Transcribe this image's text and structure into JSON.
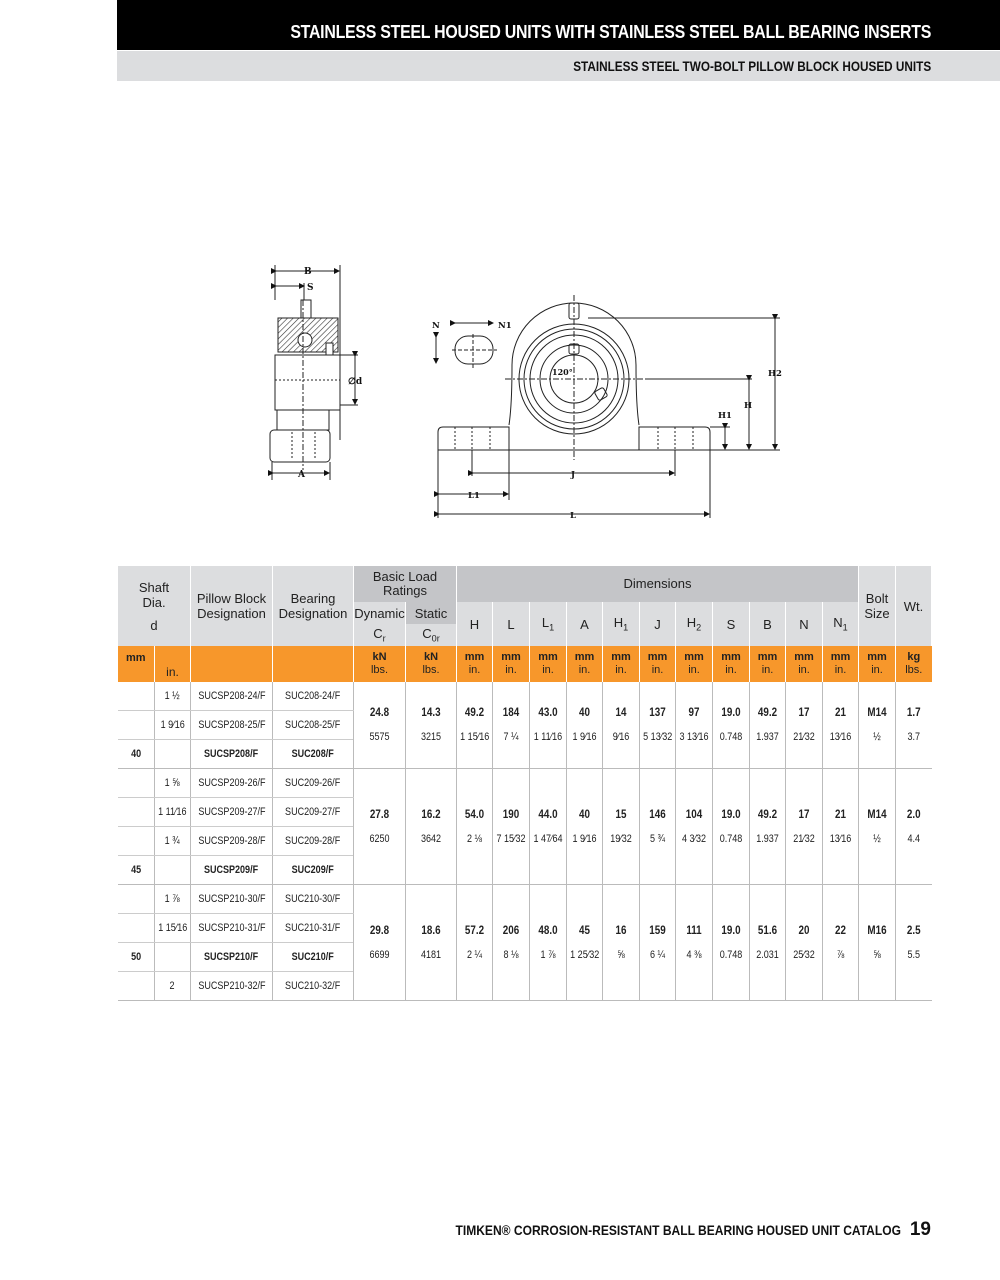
{
  "header": {
    "title": "STAINLESS STEEL HOUSED UNITS WITH STAINLESS STEEL BALL BEARING INSERTS",
    "subtitle": "STAINLESS STEEL TWO-BOLT PILLOW BLOCK HOUSED UNITS"
  },
  "drawing": {
    "side_labels": {
      "B": "B",
      "S": "S",
      "d": "∅d",
      "A": "A"
    },
    "front_labels": {
      "N": "N",
      "N1": "N1",
      "angle": "120°",
      "H2": "H2",
      "H": "H",
      "H1": "H1",
      "J": "J",
      "L1": "L1",
      "L": "L"
    }
  },
  "table": {
    "headers": {
      "shaft_dia": "Shaft Dia.",
      "shaft_d": "d",
      "pillow_block": "Pillow Block Designation",
      "bearing": "Bearing Designation",
      "load_ratings": "Basic Load Ratings",
      "dynamic": "Dynamic",
      "static": "Static",
      "cr": "Cr",
      "cor": "C0r",
      "dimensions": "Dimensions",
      "dims": [
        "H",
        "L",
        "L1",
        "A",
        "H1",
        "J",
        "H2",
        "S",
        "B",
        "N",
        "N1"
      ],
      "bolt_size": "Bolt Size",
      "wt": "Wt."
    },
    "units": {
      "shaft_mm": "mm",
      "shaft_in": "in.",
      "load_top": "kN",
      "load_bot": "lbs.",
      "dim_top": "mm",
      "dim_bot": "in.",
      "bolt_top": "mm",
      "bolt_bot": "in.",
      "wt_top": "kg",
      "wt_bot": "lbs."
    },
    "groups": [
      {
        "rows": [
          {
            "mm": "",
            "in": "1 ½",
            "pillow": "SUCSP208-24/F",
            "bearing": "SUC208-24/F",
            "bold": false
          },
          {
            "mm": "",
            "in": "1 9⁄16",
            "pillow": "SUCSP208-25/F",
            "bearing": "SUC208-25/F",
            "bold": false
          },
          {
            "mm": "40",
            "in": "",
            "pillow": "SUCSP208/F",
            "bearing": "SUC208/F",
            "bold": true
          }
        ],
        "values": {
          "cr": [
            "24.8",
            "5575"
          ],
          "cor": [
            "14.3",
            "3215"
          ],
          "H": [
            "49.2",
            "1 15⁄16"
          ],
          "L": [
            "184",
            "7 ¼"
          ],
          "L1": [
            "43.0",
            "1 11⁄16"
          ],
          "A": [
            "40",
            "1 9⁄16"
          ],
          "H1": [
            "14",
            "9⁄16"
          ],
          "J": [
            "137",
            "5 13⁄32"
          ],
          "H2": [
            "97",
            "3 13⁄16"
          ],
          "S": [
            "19.0",
            "0.748"
          ],
          "B": [
            "49.2",
            "1.937"
          ],
          "N": [
            "17",
            "21⁄32"
          ],
          "N1": [
            "21",
            "13⁄16"
          ],
          "bolt": [
            "M14",
            "½"
          ],
          "wt": [
            "1.7",
            "3.7"
          ]
        }
      },
      {
        "rows": [
          {
            "mm": "",
            "in": "1 ⅝",
            "pillow": "SUCSP209-26/F",
            "bearing": "SUC209-26/F",
            "bold": false
          },
          {
            "mm": "",
            "in": "1 11⁄16",
            "pillow": "SUCSP209-27/F",
            "bearing": "SUC209-27/F",
            "bold": false
          },
          {
            "mm": "",
            "in": "1 ¾",
            "pillow": "SUCSP209-28/F",
            "bearing": "SUC209-28/F",
            "bold": false
          },
          {
            "mm": "45",
            "in": "",
            "pillow": "SUCSP209/F",
            "bearing": "SUC209/F",
            "bold": true
          }
        ],
        "values": {
          "cr": [
            "27.8",
            "6250"
          ],
          "cor": [
            "16.2",
            "3642"
          ],
          "H": [
            "54.0",
            "2 ⅛"
          ],
          "L": [
            "190",
            "7 15⁄32"
          ],
          "L1": [
            "44.0",
            "1 47⁄64"
          ],
          "A": [
            "40",
            "1 9⁄16"
          ],
          "H1": [
            "15",
            "19⁄32"
          ],
          "J": [
            "146",
            "5 ¾"
          ],
          "H2": [
            "104",
            "4 3⁄32"
          ],
          "S": [
            "19.0",
            "0.748"
          ],
          "B": [
            "49.2",
            "1.937"
          ],
          "N": [
            "17",
            "21⁄32"
          ],
          "N1": [
            "21",
            "13⁄16"
          ],
          "bolt": [
            "M14",
            "½"
          ],
          "wt": [
            "2.0",
            "4.4"
          ]
        }
      },
      {
        "rows": [
          {
            "mm": "",
            "in": "1 ⅞",
            "pillow": "SUCSP210-30/F",
            "bearing": "SUC210-30/F",
            "bold": false
          },
          {
            "mm": "",
            "in": "1 15⁄16",
            "pillow": "SUCSP210-31/F",
            "bearing": "SUC210-31/F",
            "bold": false
          },
          {
            "mm": "50",
            "in": "",
            "pillow": "SUCSP210/F",
            "bearing": "SUC210/F",
            "bold": true
          },
          {
            "mm": "",
            "in": "2",
            "pillow": "SUCSP210-32/F",
            "bearing": "SUC210-32/F",
            "bold": false
          }
        ],
        "values": {
          "cr": [
            "29.8",
            "6699"
          ],
          "cor": [
            "18.6",
            "4181"
          ],
          "H": [
            "57.2",
            "2 ¼"
          ],
          "L": [
            "206",
            "8 ⅛"
          ],
          "L1": [
            "48.0",
            "1 ⅞"
          ],
          "A": [
            "45",
            "1 25⁄32"
          ],
          "H1": [
            "16",
            "⅝"
          ],
          "J": [
            "159",
            "6 ¼"
          ],
          "H2": [
            "111",
            "4 ⅜"
          ],
          "S": [
            "19.0",
            "0.748"
          ],
          "B": [
            "51.6",
            "2.031"
          ],
          "N": [
            "20",
            "25⁄32"
          ],
          "N1": [
            "22",
            "⅞"
          ],
          "bolt": [
            "M16",
            "⅝"
          ],
          "wt": [
            "2.5",
            "5.5"
          ]
        }
      }
    ]
  },
  "footer": {
    "catalog": "TIMKEN® CORROSION-RESISTANT BALL BEARING HOUSED UNIT CATALOG",
    "page": "19"
  }
}
